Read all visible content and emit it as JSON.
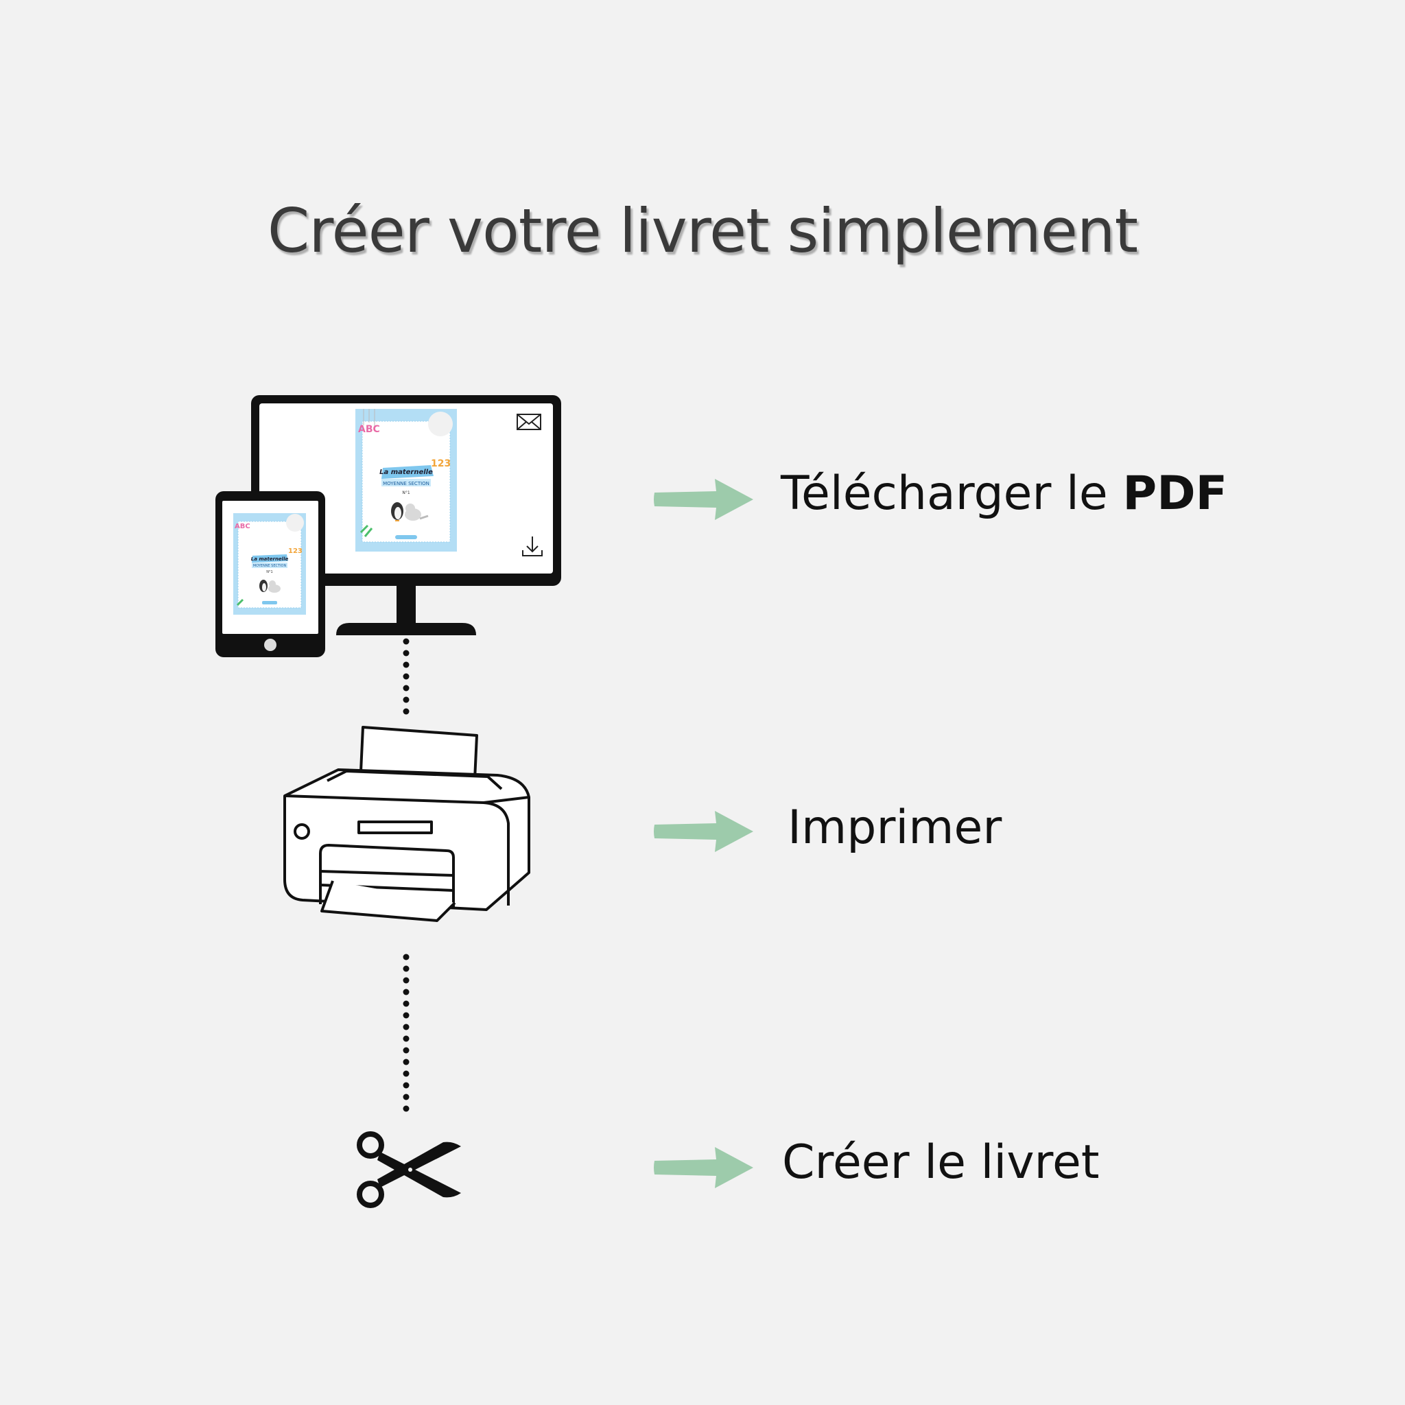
{
  "title": "Créer votre livret simplement",
  "steps": [
    {
      "text": "Télécharger le ",
      "bold": "PDF",
      "icon": "monitor-tablet-icon"
    },
    {
      "text": "Imprimer",
      "icon": "printer-icon"
    },
    {
      "text": "Créer le livret",
      "icon": "scissors-icon"
    }
  ],
  "booklet_cover": {
    "letters": "ABC",
    "numbers": "123",
    "title": "La maternelle",
    "subtitle": "MOYENNE SECTION",
    "number": "N°1"
  },
  "colors": {
    "background": "#f2f2f2",
    "arrow": "#9dcbab",
    "cover": "#b3def5",
    "banner": "#7fc7ee"
  }
}
